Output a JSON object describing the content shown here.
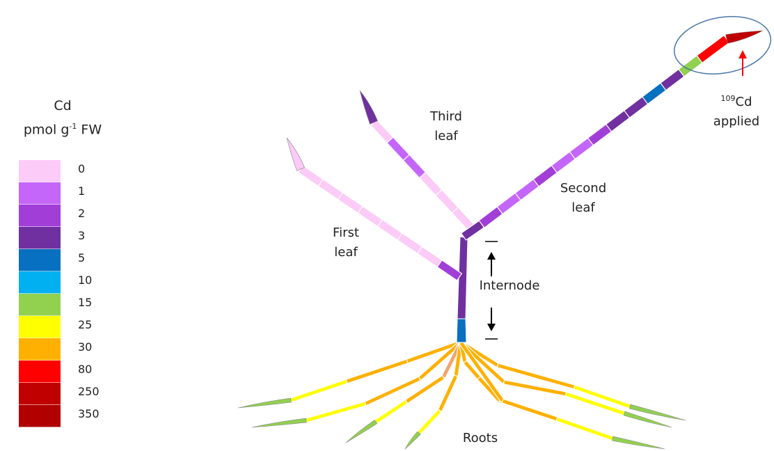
{
  "legend": {
    "title_line1": "Cd",
    "title_line2_prefix": "pmol g",
    "title_line2_sup": "-1",
    "title_line2_suffix": " FW",
    "items": [
      {
        "value": "0",
        "color": "#FCCBF7"
      },
      {
        "value": "1",
        "color": "#C466FA"
      },
      {
        "value": "2",
        "color": "#A23ED8"
      },
      {
        "value": "3",
        "color": "#7030A0"
      },
      {
        "value": "5",
        "color": "#0870C0"
      },
      {
        "value": "10",
        "color": "#00B0F0"
      },
      {
        "value": "15",
        "color": "#92D050"
      },
      {
        "value": "25",
        "color": "#FFFF00"
      },
      {
        "value": "30",
        "color": "#FFB000"
      },
      {
        "value": "80",
        "color": "#FF0000"
      },
      {
        "value": "250",
        "color": "#C00000"
      },
      {
        "value": "350",
        "color": "#B00000"
      }
    ]
  },
  "labels": {
    "first_leaf": [
      "First",
      "leaf"
    ],
    "third_leaf": [
      "Third",
      "leaf"
    ],
    "second_leaf": [
      "Second",
      "leaf"
    ],
    "internode": "Internode",
    "roots": "Roots",
    "applied_sup": "109",
    "applied_line1": "Cd",
    "applied_line2": "applied"
  },
  "colors": {
    "arrow_red": "#FF0000",
    "circle": "#4A78A8",
    "segment_border": "#FFFFFF",
    "root_pink": "#F4A46A"
  }
}
